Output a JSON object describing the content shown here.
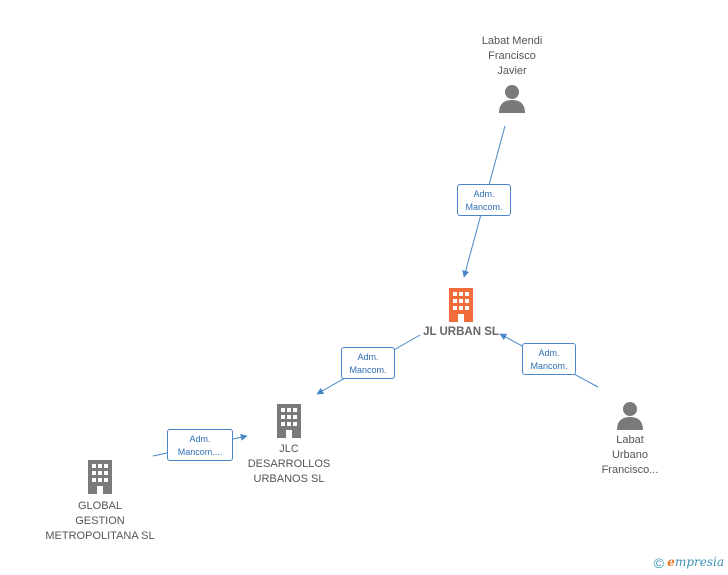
{
  "nodes": {
    "labat_mendi": {
      "label": "Labat Mendi\nFrancisco\nJavier",
      "type": "person"
    },
    "jl_urban": {
      "label": "JL URBAN  SL",
      "type": "company-main"
    },
    "labat_urbano": {
      "label": "Labat\nUrbano\nFrancisco...",
      "type": "person"
    },
    "jlc_desarrollos": {
      "label": "JLC\nDESARROLLOS\nURBANOS  SL",
      "type": "company"
    },
    "global_gestion": {
      "label": "GLOBAL\nGESTION\nMETROPOLITANA SL",
      "type": "company"
    }
  },
  "edges": [
    {
      "from": "labat_mendi",
      "to": "jl_urban",
      "label": "Adm.\nMancom."
    },
    {
      "from": "jl_urban",
      "to": "jlc_desarrollos",
      "label": "Adm.\nMancom."
    },
    {
      "from": "labat_urbano",
      "to": "jl_urban",
      "label": "Adm.\nMancom."
    },
    {
      "from": "global_gestion",
      "to": "jlc_desarrollos",
      "label": "Adm.\nMancom...."
    }
  ],
  "colors": {
    "main_company": "#f26b3a",
    "company": "#7a7a7a",
    "person": "#7a7a7a",
    "edge": "#4a86c8"
  },
  "footer": {
    "copyright_symbol": "©",
    "brand_initial": "e",
    "brand_rest": "mpresia"
  }
}
